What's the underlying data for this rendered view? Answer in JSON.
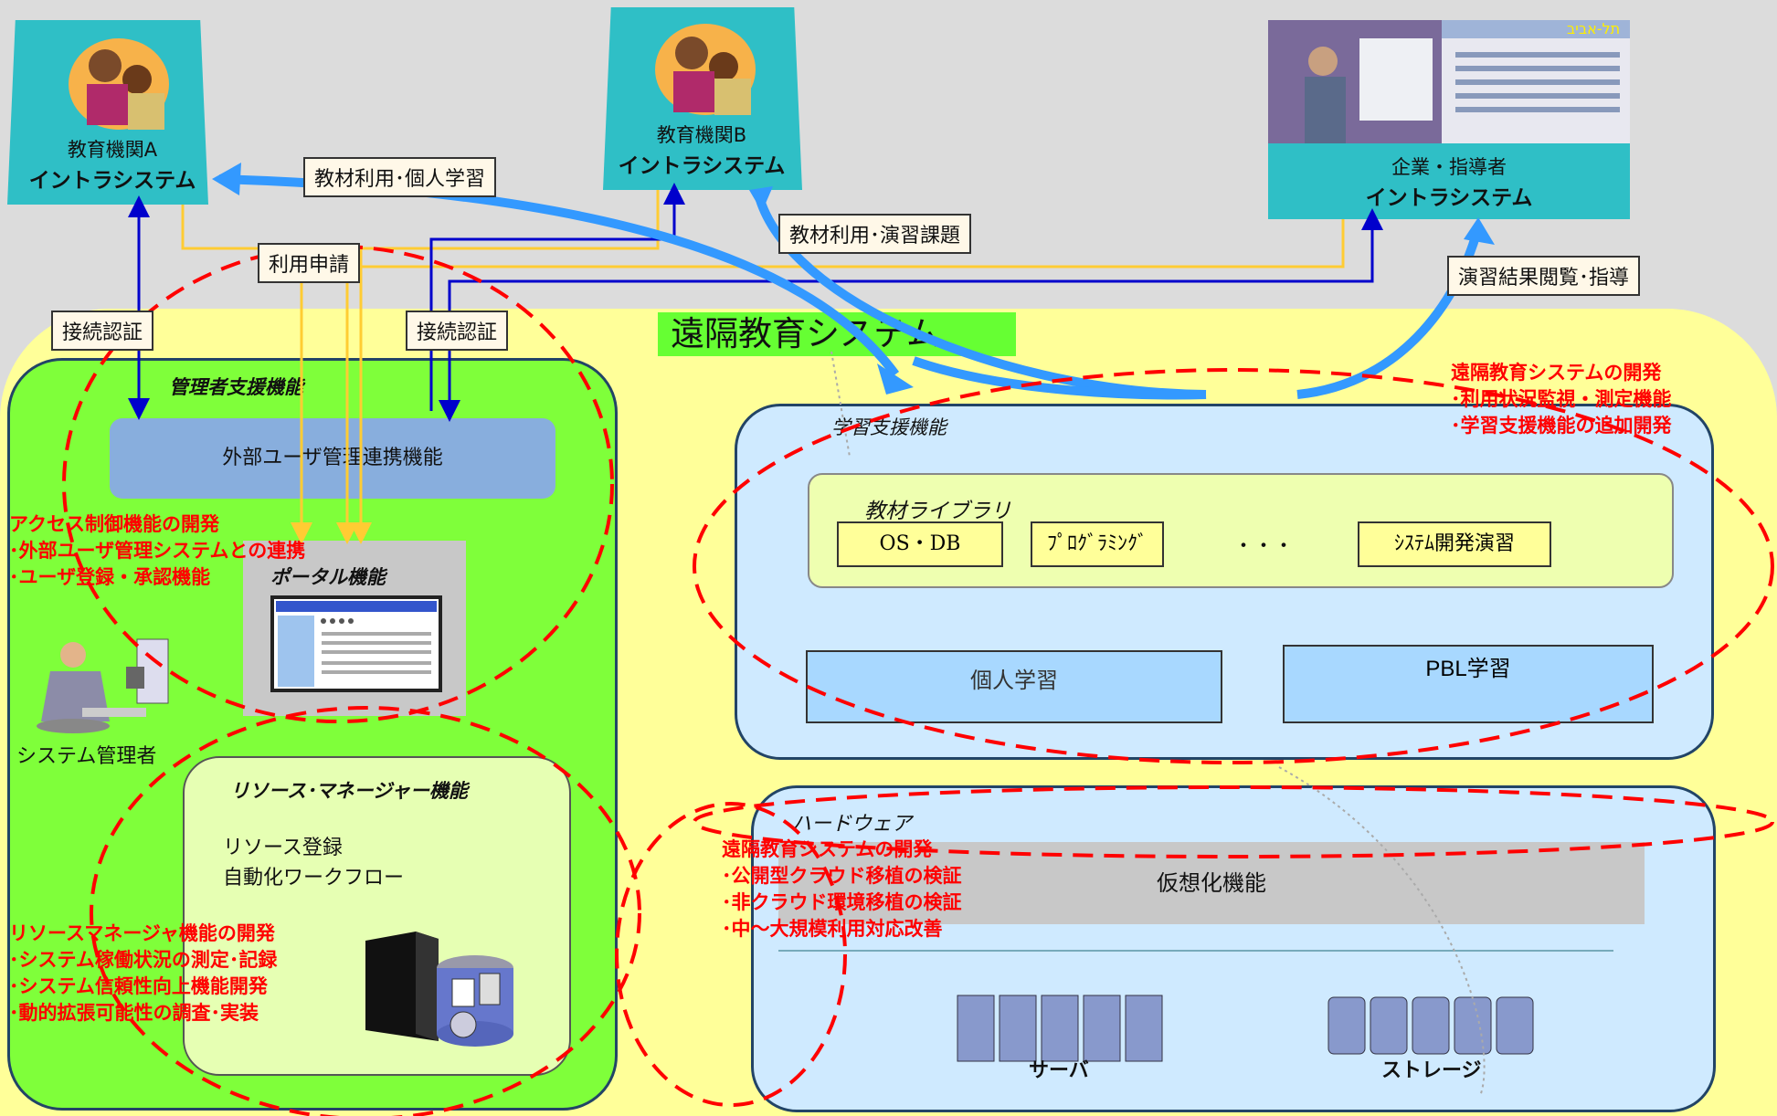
{
  "institutions": {
    "a": {
      "name": "教育機関A",
      "system": "イントラシステム"
    },
    "b": {
      "name": "教育機関B",
      "system": "イントラシステム"
    },
    "corp": {
      "name": "企業・指導者",
      "system": "イントラシステム",
      "sign": "תל-אביב"
    }
  },
  "flow_labels": {
    "material_personal": "教材利用･個人学習",
    "material_exercise": "教材利用･演習課題",
    "usage_request": "利用申請",
    "auth_left": "接続認証",
    "auth_right": "接続認証",
    "result_view": "演習結果閲覧･指導"
  },
  "system_title": "遠隔教育システム",
  "admin": {
    "title": "管理者支援機能",
    "external_user": "外部ユーザ管理連携機能",
    "portal": "ポータル機能",
    "sysadmin": "システム管理者",
    "resource_title": "リソース･マネージャー機能",
    "resource_lines": [
      "リソース登録",
      "自動化ワークフロー"
    ]
  },
  "learning": {
    "title": "学習支援機能",
    "library_title": "教材ライブラリ",
    "library_items": [
      "OS・DB",
      "ﾌﾟﾛｸﾞﾗﾐﾝｸﾞ",
      "・・・",
      "ｼｽﾃﾑ開発演習"
    ],
    "personal": "個人学習",
    "pbl": "PBL学習"
  },
  "hardware": {
    "title": "ハードウェア",
    "virtualization": "仮想化機能",
    "server": "サーバ",
    "storage": "ストレージ"
  },
  "annotations": {
    "access": [
      "アクセス制御機能の開発",
      "･外部ユーザ管理システムとの連携",
      "･ユーザ登録・承認機能"
    ],
    "resource": [
      "リソースマネージャ機能の開発",
      "･システム稼働状況の測定･記録",
      "･システム信頼性向上機能開発",
      "･動的拡張可能性の調査･実装"
    ],
    "remote_top": [
      "遠隔教育システムの開発",
      "･利用状況監視・測定機能",
      "･学習支援機能の追加開発"
    ],
    "remote_hw": [
      "遠隔教育システムの開発",
      "･公開型クラウド移植の検証",
      "･非クラウド環境移植の検証",
      "･中～大規模利用対応改善"
    ]
  },
  "colors": {
    "teal": "#2fbfc6",
    "green": "#7fff3a",
    "lightblue": "#cfeaff",
    "red": "#ff0000",
    "arrow_blue": "#3399ff",
    "line_orange": "#ffcc33"
  }
}
